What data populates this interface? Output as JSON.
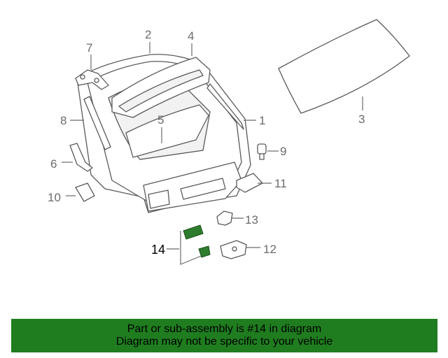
{
  "callouts": {
    "c1": "1",
    "c2": "2",
    "c3": "3",
    "c4": "4",
    "c5": "5",
    "c6": "6",
    "c7": "7",
    "c8": "8",
    "c9": "9",
    "c10": "10",
    "c11": "11",
    "c12": "12",
    "c13": "13",
    "c14": "14"
  },
  "highlight_color": "#1f7d1f",
  "banner": {
    "line1": "Part or sub-assembly is #14 in diagram",
    "line2": "Diagram may not be specific to your vehicle"
  }
}
